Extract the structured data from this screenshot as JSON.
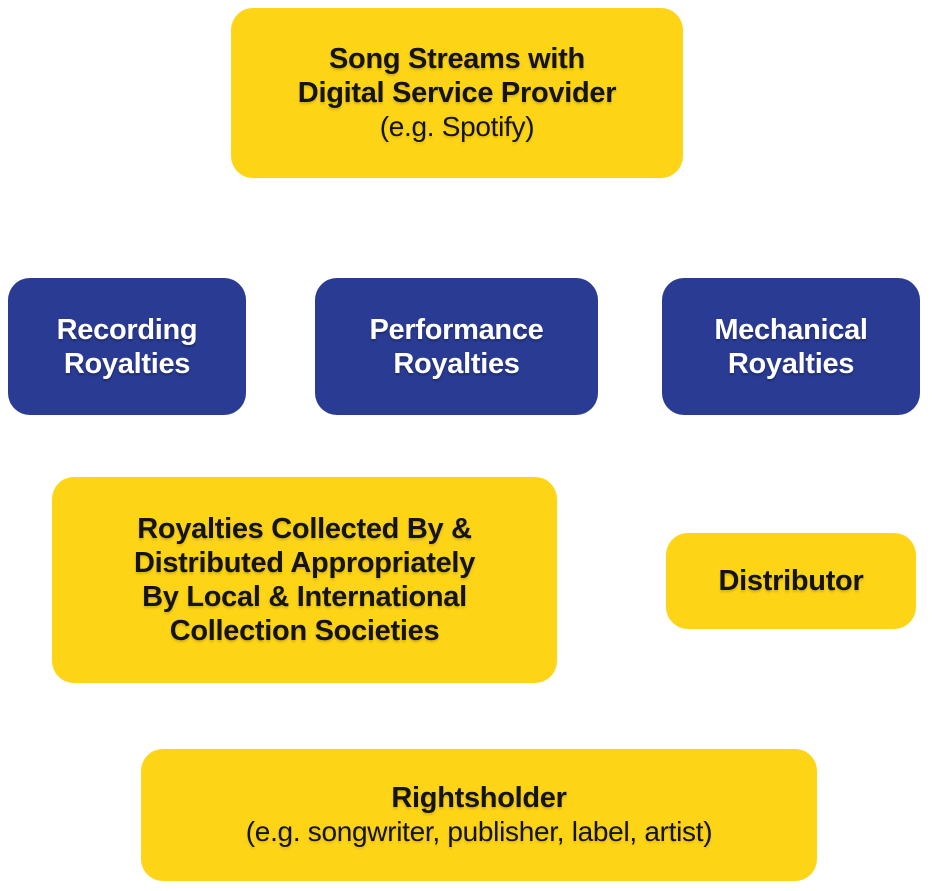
{
  "colors": {
    "yellow": "#fed417",
    "blue": "#2a3b94",
    "dark_text": "#141414",
    "light_text": "#ffffff",
    "background": "#ffffff"
  },
  "nodes": {
    "dsp": {
      "title_lines": [
        "Song Streams with",
        "Digital Service Provider"
      ],
      "subtitle": "(e.g. Spotify)"
    },
    "recording": {
      "title_lines": [
        "Recording",
        "Royalties"
      ]
    },
    "performance": {
      "title_lines": [
        "Performance",
        "Royalties"
      ]
    },
    "mechanical": {
      "title_lines": [
        "Mechanical",
        "Royalties"
      ]
    },
    "societies": {
      "title_lines": [
        "Royalties Collected By &",
        "Distributed Appropriately",
        "By Local & International",
        "Collection Societies"
      ]
    },
    "distributor": {
      "title_lines": [
        "Distributor"
      ]
    },
    "rightsholder": {
      "title_lines": [
        "Rightsholder"
      ],
      "subtitle": "(e.g. songwriter, publisher, label, artist)"
    }
  }
}
